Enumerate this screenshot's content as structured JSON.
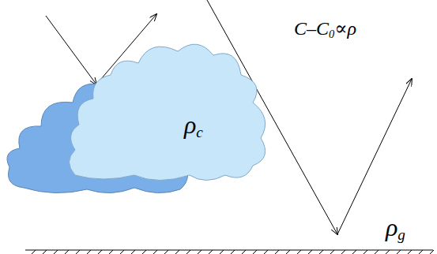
{
  "diagram": {
    "nodes": [
      {
        "text": [
          "ρc"
        ]
      }
    ],
    "labels": [
      "C–C0∝ρ",
      "ρg"
    ]
  }
}
